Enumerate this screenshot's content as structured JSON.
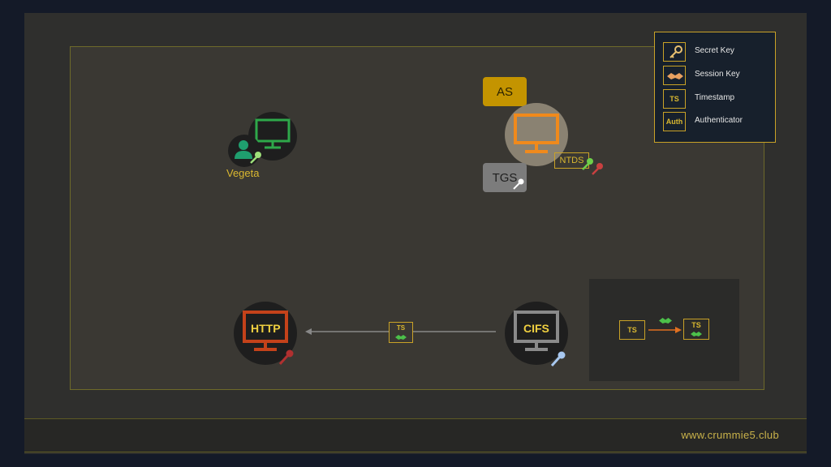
{
  "legend": {
    "items": [
      {
        "icon": "key-icon",
        "label": "Secret Key"
      },
      {
        "icon": "handshake-icon",
        "label": "Session Key"
      },
      {
        "icon": "TS",
        "label": "Timestamp"
      },
      {
        "icon": "Auth",
        "label": "Authenticator"
      }
    ]
  },
  "nodes": {
    "client": {
      "label": "Vegeta"
    },
    "dc": {
      "as_label": "AS",
      "tgs_label": "TGS",
      "db_label": "NTDS"
    },
    "http": {
      "label": "HTTP"
    },
    "cifs": {
      "label": "CIFS"
    }
  },
  "message": {
    "ts_label": "TS"
  },
  "inset": {
    "left_label": "TS",
    "right_label": "TS"
  },
  "footer": {
    "url": "www.crummie5.club"
  },
  "colors": {
    "accent_gold": "#d9b730",
    "client_green": "#2ea84a",
    "dc_orange": "#f08a1c",
    "http_red": "#c4421a",
    "cifs_gray": "#8a8a8a"
  }
}
